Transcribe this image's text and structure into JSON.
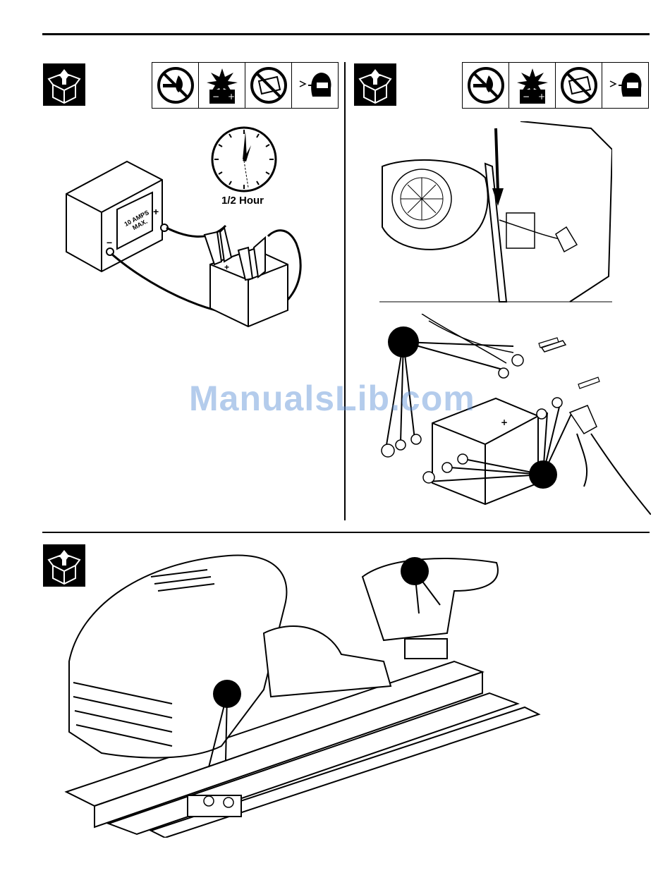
{
  "charger": {
    "meter_line1": "10 AMPS",
    "meter_line2": "MAX.",
    "plus_sign": "+",
    "minus_sign": "−"
  },
  "clock": {
    "caption": "1/2 Hour"
  },
  "battery_polarity": {
    "plus": "+",
    "minus": "−"
  },
  "watermark": "ManualsLib.com",
  "icons": {
    "unpack": "unpack-box-icon",
    "warnings": [
      "no-flame-icon",
      "battery-explosion-icon",
      "no-battery-tilt-icon",
      "eye-protection-icon"
    ]
  }
}
